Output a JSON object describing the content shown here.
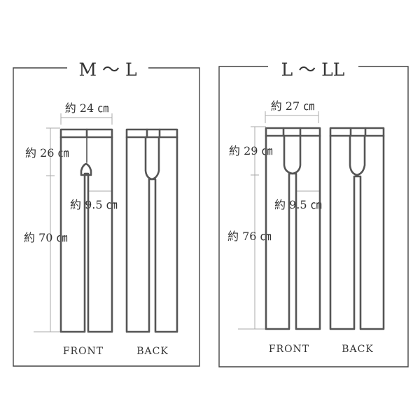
{
  "panels": [
    {
      "title": "M 〜 L",
      "width_label": "約 24 ㎝",
      "rise_label": "約 26 ㎝",
      "hem_label": "約 9.5 ㎝",
      "inseam_label": "約 70 ㎝",
      "front_caption": "FRONT",
      "back_caption": "BACK"
    },
    {
      "title": "L 〜 LL",
      "width_label": "約 27 ㎝",
      "rise_label": "約 29 ㎝",
      "hem_label": "約 9.5 ㎝",
      "inseam_label": "約 76 ㎝",
      "front_caption": "FRONT",
      "back_caption": "BACK"
    }
  ]
}
